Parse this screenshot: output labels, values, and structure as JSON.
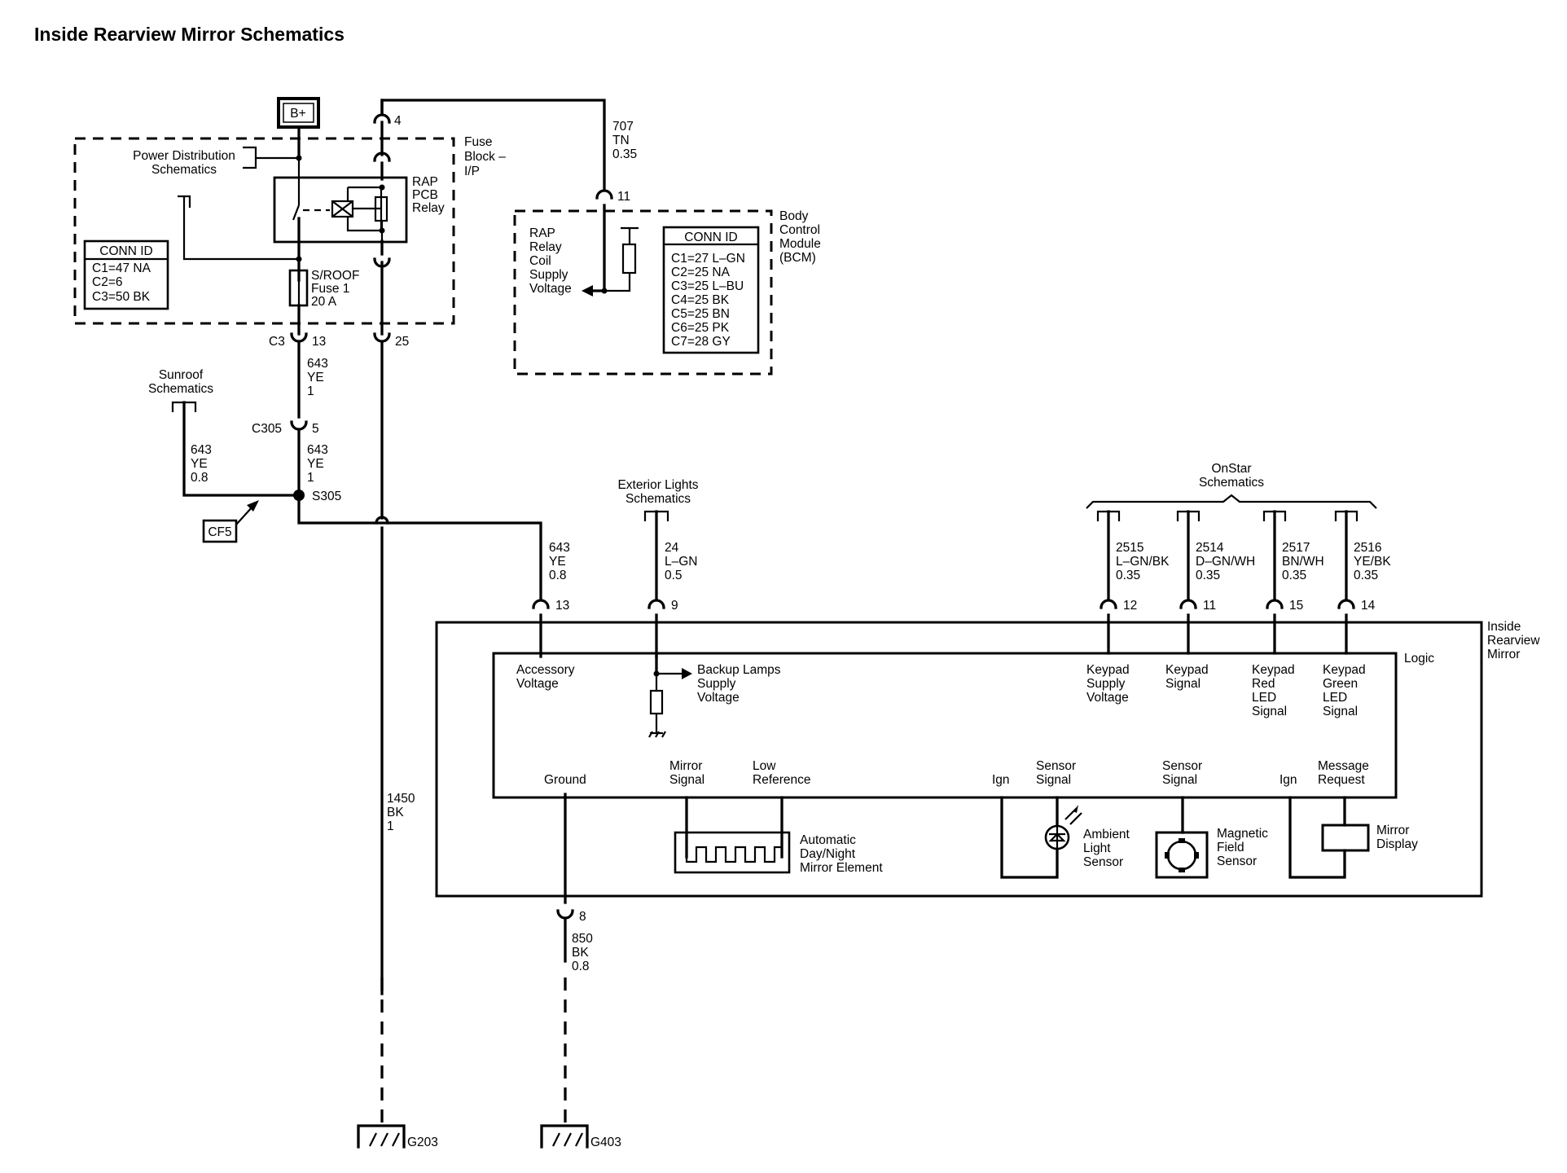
{
  "title": "Inside Rearview Mirror Schematics",
  "power": {
    "battery": "B+",
    "pin_top": "4",
    "fuse_block": [
      "Fuse",
      "Block –",
      "I/P"
    ],
    "power_dist": [
      "Power Distribution",
      "Schematics"
    ],
    "relay": [
      "RAP",
      "PCB",
      "Relay"
    ],
    "fuse": [
      "S/ROOF",
      "Fuse 1",
      "20 A"
    ],
    "conn_title": "CONN ID",
    "conn": [
      "C1=47 NA",
      "C2=6",
      "C3=50 BK"
    ],
    "c3": "C3",
    "pin_13": "13",
    "pin_25": "25"
  },
  "wire_707": [
    "707",
    "TN",
    "0.35"
  ],
  "bcm": {
    "pin": "11",
    "label": [
      "Body",
      "Control",
      "Module",
      "(BCM)"
    ],
    "supply": [
      "RAP",
      "Relay",
      "Coil",
      "Supply",
      "Voltage"
    ],
    "conn_title": "CONN ID",
    "conn": [
      "C1=27 L–GN",
      "C2=25 NA",
      "C3=25 L–BU",
      "C4=25 BK",
      "C5=25 BN",
      "C6=25 PK",
      "C7=28 GY"
    ]
  },
  "wire_643a": [
    "643",
    "YE",
    "1"
  ],
  "sunroof": [
    "Sunroof",
    "Schematics"
  ],
  "wire_643b": [
    "643",
    "YE",
    "0.8"
  ],
  "c305": "C305",
  "c305_pin": "5",
  "wire_643c": [
    "643",
    "YE",
    "1"
  ],
  "splice": "S305",
  "cf5": "CF5",
  "wire_1450": [
    "1450",
    "BK",
    "1"
  ],
  "wire_643d": [
    "643",
    "YE",
    "0.8"
  ],
  "pin_acc": "13",
  "ext_lights": [
    "Exterior Lights",
    "Schematics"
  ],
  "wire_24": [
    "24",
    "L–GN",
    "0.5"
  ],
  "pin_9": "9",
  "onstar": [
    "OnStar",
    "Schematics"
  ],
  "onstar_wires": [
    {
      "lines": [
        "2515",
        "L–GN/BK",
        "0.35"
      ],
      "pin": "12"
    },
    {
      "lines": [
        "2514",
        "D–GN/WH",
        "0.35"
      ],
      "pin": "11"
    },
    {
      "lines": [
        "2517",
        "BN/WH",
        "0.35"
      ],
      "pin": "15"
    },
    {
      "lines": [
        "2516",
        "YE/BK",
        "0.35"
      ],
      "pin": "14"
    }
  ],
  "mirror": {
    "label": [
      "Inside",
      "Rearview",
      "Mirror"
    ],
    "logic": "Logic",
    "accessory": [
      "Accessory",
      "Voltage"
    ],
    "backup": [
      "Backup Lamps",
      "Supply",
      "Voltage"
    ],
    "keypad_supply": [
      "Keypad",
      "Supply",
      "Voltage"
    ],
    "keypad_signal": [
      "Keypad",
      "Signal"
    ],
    "keypad_red": [
      "Keypad",
      "Red",
      "LED",
      "Signal"
    ],
    "keypad_green": [
      "Keypad",
      "Green",
      "LED",
      "Signal"
    ],
    "ground": "Ground",
    "mirror_signal": [
      "Mirror",
      "Signal"
    ],
    "low_ref": [
      "Low",
      "Reference"
    ],
    "ign1": "Ign",
    "sensor_signal1": [
      "Sensor",
      "Signal"
    ],
    "sensor_signal2": [
      "Sensor",
      "Signal"
    ],
    "ign2": "Ign",
    "message": [
      "Message",
      "Request"
    ],
    "element": [
      "Automatic",
      "Day/Night",
      "Mirror Element"
    ],
    "ambient": [
      "Ambient",
      "Light",
      "Sensor"
    ],
    "magnetic": [
      "Magnetic",
      "Field",
      "Sensor"
    ],
    "display": [
      "Mirror",
      "Display"
    ]
  },
  "pin_8": "8",
  "wire_850": [
    "850",
    "BK",
    "0.8"
  ],
  "g203": "G203",
  "g403": "G403"
}
